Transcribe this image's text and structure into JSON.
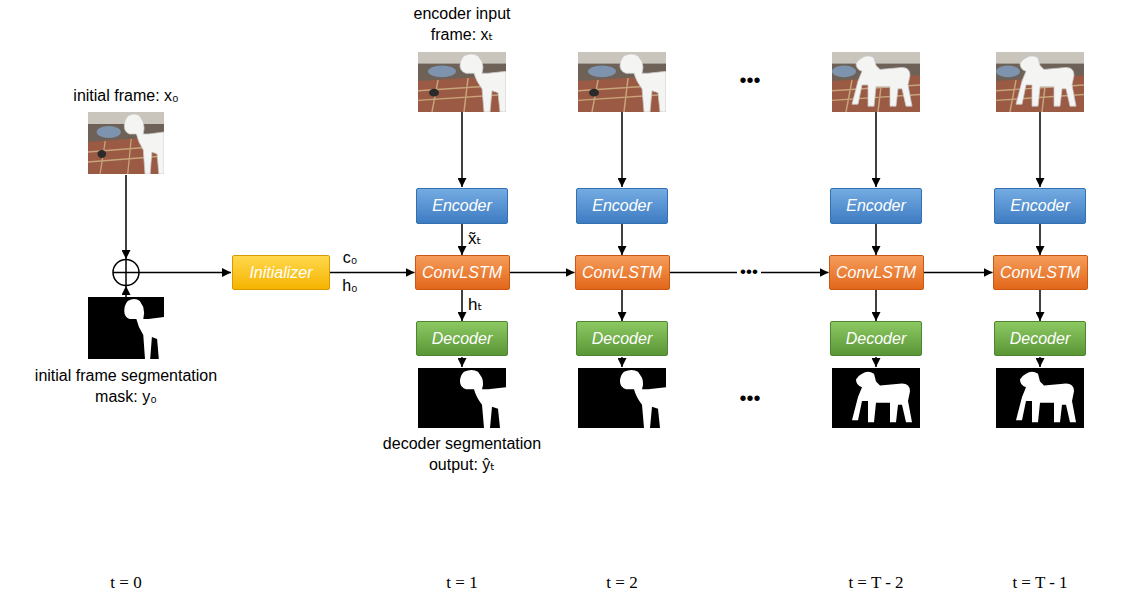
{
  "diagram": {
    "nodes": [
      {
        "text": [
          "Initializer"
        ]
      },
      {
        "text": [
          "Encoder"
        ]
      },
      {
        "text": [
          "ConvLSTM"
        ]
      },
      {
        "text": [
          "Decoder"
        ]
      },
      {
        "text": [
          "Encoder"
        ]
      },
      {
        "text": [
          "ConvLSTM"
        ]
      },
      {
        "text": [
          "Decoder"
        ]
      },
      {
        "text": [
          "Encoder"
        ]
      },
      {
        "text": [
          "ConvLSTM"
        ]
      },
      {
        "text": [
          "Decoder"
        ]
      },
      {
        "text": [
          "Encoder"
        ]
      },
      {
        "text": [
          "ConvLSTM"
        ]
      },
      {
        "text": [
          "Decoder"
        ]
      }
    ],
    "edges": [
      {
        "from": 0,
        "to": 2,
        "arrow": "to"
      },
      {
        "from": 1,
        "to": 2,
        "label": "x̃ₜ",
        "arrow": "to"
      },
      {
        "from": 2,
        "to": 3,
        "label": "hₜ",
        "arrow": "to"
      },
      {
        "from": 2,
        "to": 5,
        "arrow": "to"
      },
      {
        "from": 4,
        "to": 5,
        "arrow": "to"
      },
      {
        "from": 5,
        "to": 6,
        "arrow": "to"
      },
      {
        "from": 5,
        "to": 8,
        "label": "•••",
        "arrow": "to"
      },
      {
        "from": 7,
        "to": 8,
        "arrow": "to"
      },
      {
        "from": 8,
        "to": 9,
        "arrow": "to"
      },
      {
        "from": 8,
        "to": 11,
        "arrow": "to"
      },
      {
        "from": 10,
        "to": 11,
        "arrow": "to"
      },
      {
        "from": 11,
        "to": 12,
        "arrow": "to"
      }
    ],
    "labels": [
      "initial frame: x₀",
      "initial frame segmentation mask: y₀",
      "encoder input frame: xₜ",
      "c₀",
      "h₀",
      "•••",
      "•••",
      "decoder segmentation output: ŷₜ",
      "t = 0",
      "t = 1",
      "t = 2",
      "t = T - 2",
      "t = T - 1"
    ]
  }
}
